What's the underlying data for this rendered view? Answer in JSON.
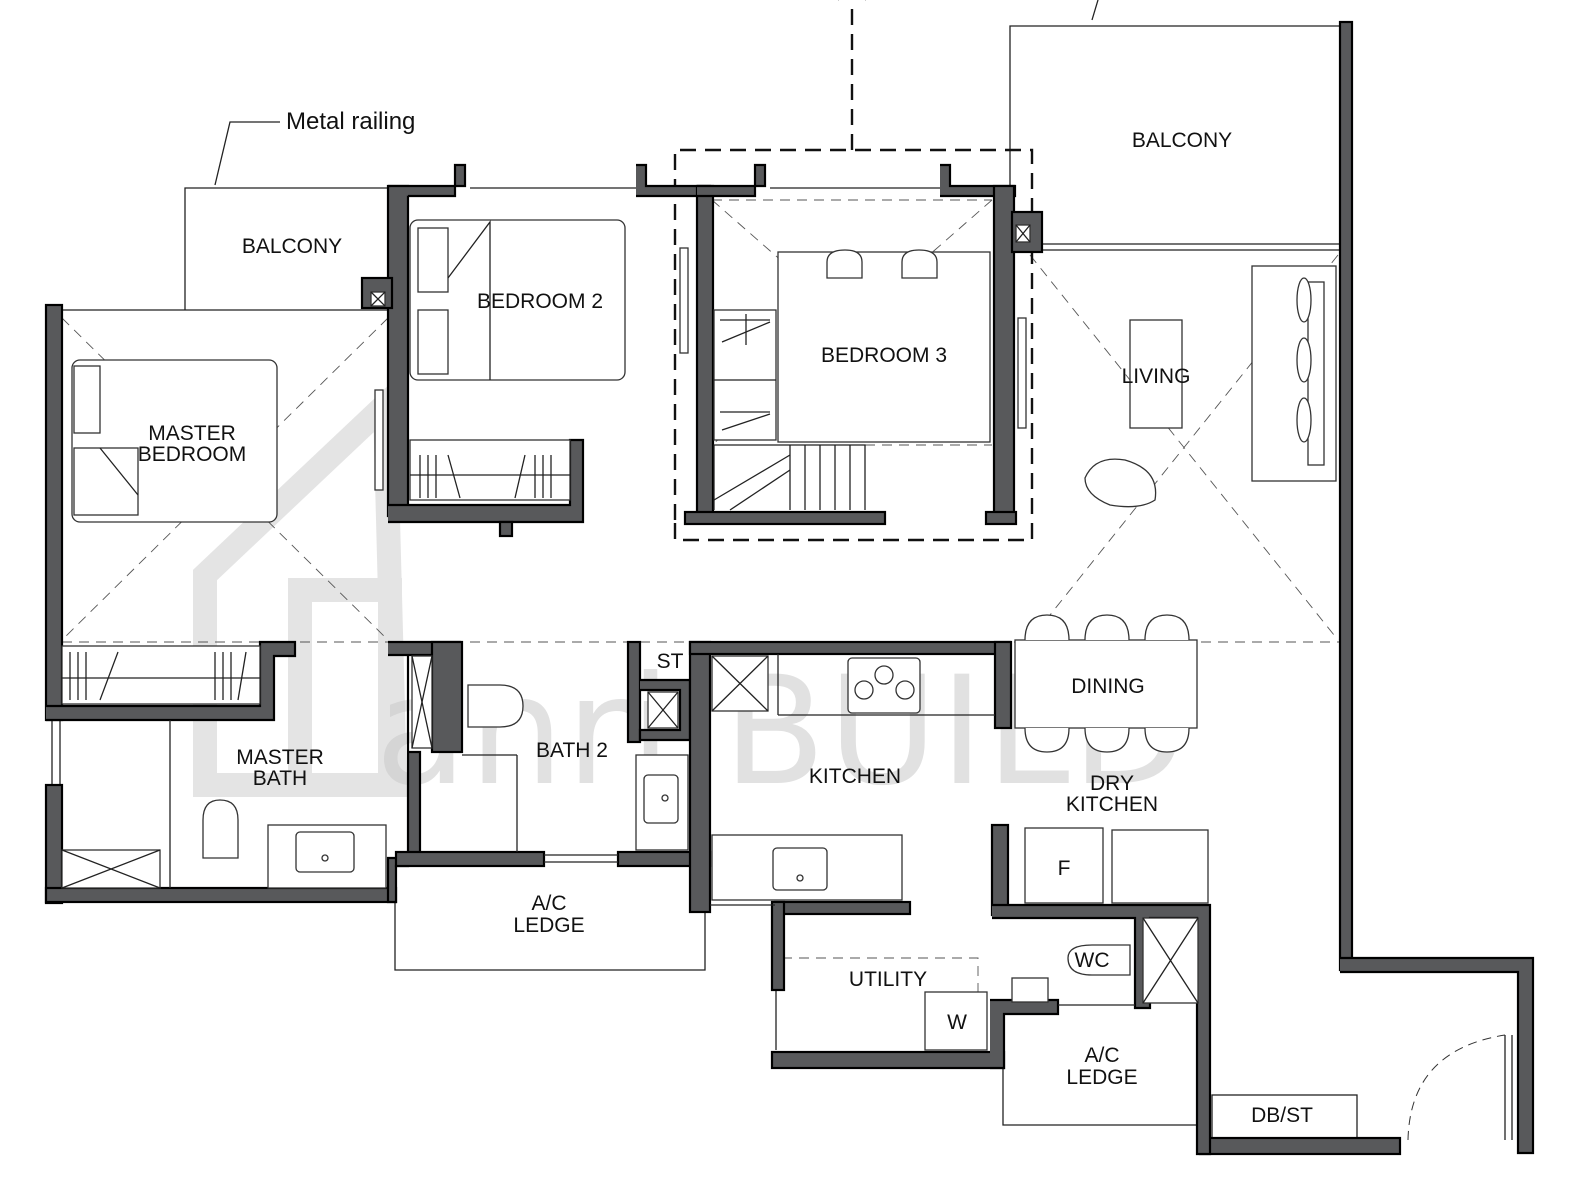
{
  "watermark": {
    "text": "anri.BUILD"
  },
  "annotation": {
    "railing": "Metal railing"
  },
  "rooms": {
    "balcony_left": "BALCONY",
    "balcony_right": "BALCONY",
    "bedroom2": "BEDROOM 2",
    "bedroom3": "BEDROOM 3",
    "master_bedroom_line1": "MASTER",
    "master_bedroom_line2": "BEDROOM",
    "living": "LIVING",
    "dining": "DINING",
    "st": "ST",
    "bath2": "BATH 2",
    "master_bath_line1": "MASTER",
    "master_bath_line2": "BATH",
    "kitchen": "KITCHEN",
    "dry_kitchen_line1": "DRY",
    "dry_kitchen_line2": "KITCHEN",
    "ac_ledge_left_line1": "A/C",
    "ac_ledge_left_line2": "LEDGE",
    "ac_ledge_right_line1": "A/C",
    "ac_ledge_right_line2": "LEDGE",
    "utility": "UTILITY",
    "wc": "WC",
    "dbst": "DB/ST",
    "fridge": "F",
    "washer": "W"
  }
}
